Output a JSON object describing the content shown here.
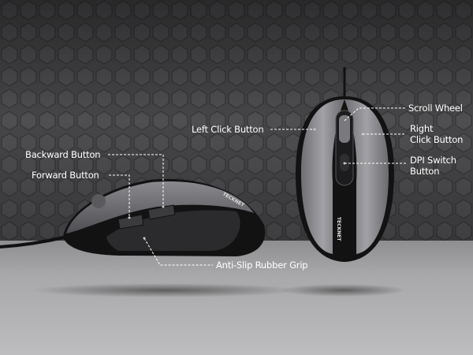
{
  "product": {
    "brand_logo_text": "TECKNET",
    "colors": {
      "wall": "#4b4b4d",
      "floor": "#a9a9ab",
      "mouse_body": "#8e8e92",
      "mouse_black": "#151516",
      "label_text": "#ffffff"
    }
  },
  "callouts": {
    "scroll_wheel": "Scroll Wheel",
    "left_click": "Left Click Button",
    "right_click_line1": "Right",
    "right_click_line2": "Click Button",
    "dpi_line1": "DPI Switch",
    "dpi_line2": "Button",
    "backward": "Backward Button",
    "forward": "Forward Button",
    "grip": "Anti-Slip Rubber Grip"
  }
}
